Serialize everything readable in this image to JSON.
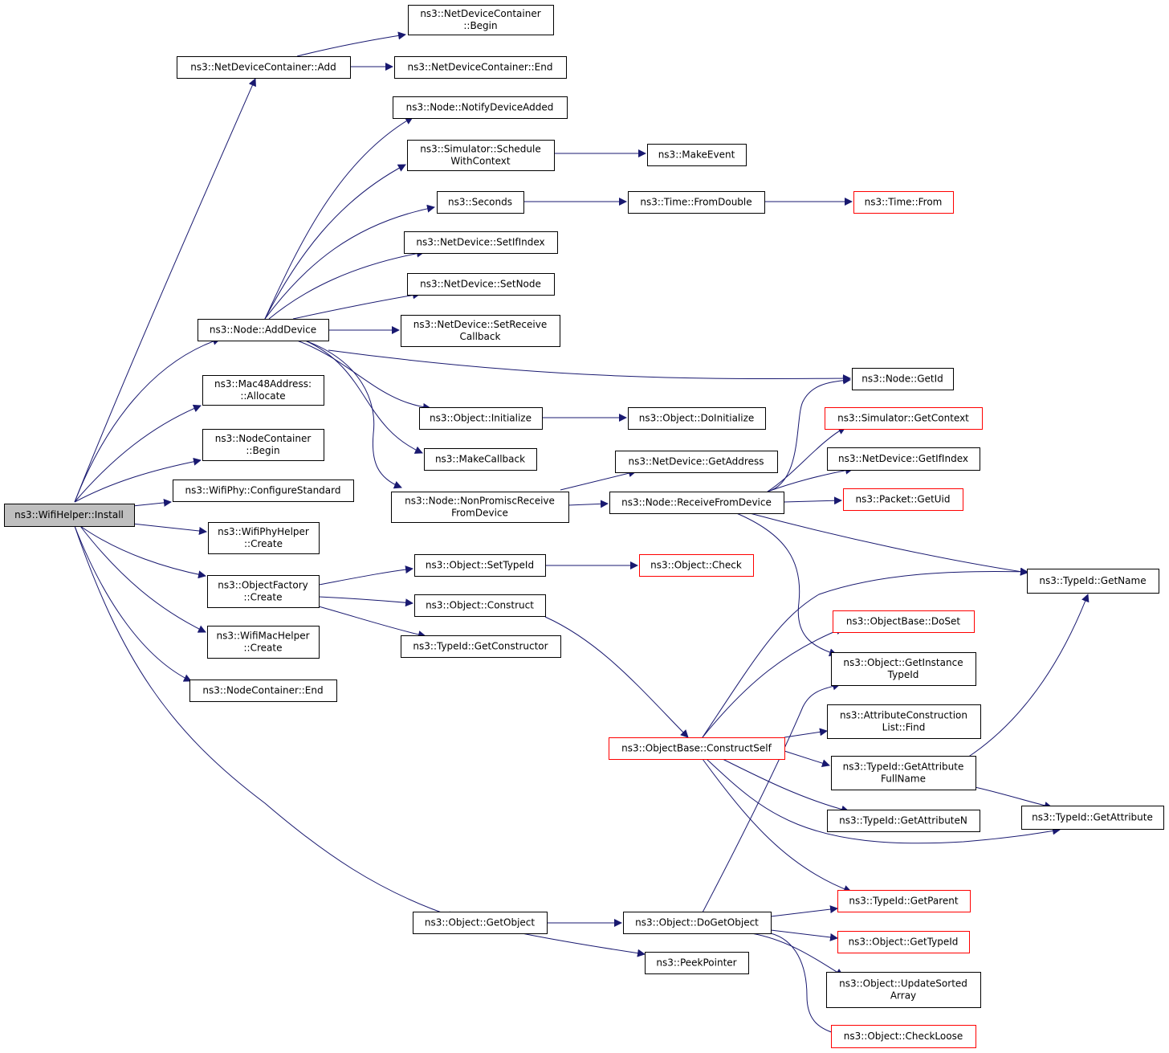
{
  "colors": {
    "edge": "#191970",
    "truncated_border": "#ff0000",
    "normal_border": "#000000",
    "root_fill": "#bfbfbf",
    "box_fill": "#ffffff"
  },
  "nodes": [
    {
      "id": "wifihelper_install",
      "lines": [
        "ns3::WifiHelper::Install"
      ],
      "root": true
    },
    {
      "id": "ndc_add",
      "lines": [
        "ns3::NetDeviceContainer::Add"
      ]
    },
    {
      "id": "ndc_begin",
      "lines": [
        "ns3::NetDeviceContainer",
        "::Begin"
      ]
    },
    {
      "id": "ndc_end",
      "lines": [
        "ns3::NetDeviceContainer::End"
      ]
    },
    {
      "id": "node_notify",
      "lines": [
        "ns3::Node::NotifyDeviceAdded"
      ]
    },
    {
      "id": "sim_schedule",
      "lines": [
        "ns3::Simulator::Schedule",
        "WithContext"
      ]
    },
    {
      "id": "make_event",
      "lines": [
        "ns3::MakeEvent"
      ]
    },
    {
      "id": "seconds",
      "lines": [
        "ns3::Seconds"
      ]
    },
    {
      "id": "time_fromdouble",
      "lines": [
        "ns3::Time::FromDouble"
      ]
    },
    {
      "id": "time_from",
      "lines": [
        "ns3::Time::From"
      ],
      "truncated": true
    },
    {
      "id": "nd_setifindex",
      "lines": [
        "ns3::NetDevice::SetIfIndex"
      ]
    },
    {
      "id": "nd_setnode",
      "lines": [
        "ns3::NetDevice::SetNode"
      ]
    },
    {
      "id": "nd_setreceive",
      "lines": [
        "ns3::NetDevice::SetReceive",
        "Callback"
      ]
    },
    {
      "id": "node_adddevice",
      "lines": [
        "ns3::Node::AddDevice"
      ]
    },
    {
      "id": "node_getid",
      "lines": [
        "ns3::Node::GetId"
      ]
    },
    {
      "id": "mac48_allocate",
      "lines": [
        "ns3::Mac48Address:",
        "::Allocate"
      ]
    },
    {
      "id": "obj_initialize",
      "lines": [
        "ns3::Object::Initialize"
      ]
    },
    {
      "id": "obj_doinitialize",
      "lines": [
        "ns3::Object::DoInitialize"
      ]
    },
    {
      "id": "sim_getcontext",
      "lines": [
        "ns3::Simulator::GetContext"
      ],
      "truncated": true
    },
    {
      "id": "nc_begin",
      "lines": [
        "ns3::NodeContainer",
        "::Begin"
      ]
    },
    {
      "id": "make_callback",
      "lines": [
        "ns3::MakeCallback"
      ]
    },
    {
      "id": "nd_getaddress",
      "lines": [
        "ns3::NetDevice::GetAddress"
      ]
    },
    {
      "id": "nd_getifindex",
      "lines": [
        "ns3::NetDevice::GetIfIndex"
      ]
    },
    {
      "id": "wifiphy_configure",
      "lines": [
        "ns3::WifiPhy::ConfigureStandard"
      ]
    },
    {
      "id": "node_nonpromisc",
      "lines": [
        "ns3::Node::NonPromiscReceive",
        "FromDevice"
      ]
    },
    {
      "id": "node_receivefrom",
      "lines": [
        "ns3::Node::ReceiveFromDevice"
      ]
    },
    {
      "id": "packet_getuid",
      "lines": [
        "ns3::Packet::GetUid"
      ],
      "truncated": true
    },
    {
      "id": "wifiphyhelper_create",
      "lines": [
        "ns3::WifiPhyHelper",
        "::Create"
      ]
    },
    {
      "id": "obj_settypeid",
      "lines": [
        "ns3::Object::SetTypeId"
      ]
    },
    {
      "id": "obj_check",
      "lines": [
        "ns3::Object::Check"
      ],
      "truncated": true
    },
    {
      "id": "typeid_getname",
      "lines": [
        "ns3::TypeId::GetName"
      ]
    },
    {
      "id": "objfactory_create",
      "lines": [
        "ns3::ObjectFactory",
        "::Create"
      ]
    },
    {
      "id": "obj_construct",
      "lines": [
        "ns3::Object::Construct"
      ]
    },
    {
      "id": "objbase_doset",
      "lines": [
        "ns3::ObjectBase::DoSet"
      ],
      "truncated": true
    },
    {
      "id": "wifimachelper_create",
      "lines": [
        "ns3::WifiMacHelper",
        "::Create"
      ]
    },
    {
      "id": "typeid_getconstructor",
      "lines": [
        "ns3::TypeId::GetConstructor"
      ]
    },
    {
      "id": "obj_getinstance",
      "lines": [
        "ns3::Object::GetInstance",
        "TypeId"
      ]
    },
    {
      "id": "nc_end",
      "lines": [
        "ns3::NodeContainer::End"
      ]
    },
    {
      "id": "attrcl_find",
      "lines": [
        "ns3::AttributeConstruction",
        "List::Find"
      ]
    },
    {
      "id": "objbase_constructself",
      "lines": [
        "ns3::ObjectBase::ConstructSelf"
      ],
      "truncated": true
    },
    {
      "id": "typeid_getattrfullname",
      "lines": [
        "ns3::TypeId::GetAttribute",
        "FullName"
      ]
    },
    {
      "id": "typeid_getattributen",
      "lines": [
        "ns3::TypeId::GetAttributeN"
      ]
    },
    {
      "id": "typeid_getattribute",
      "lines": [
        "ns3::TypeId::GetAttribute"
      ]
    },
    {
      "id": "typeid_getparent",
      "lines": [
        "ns3::TypeId::GetParent"
      ],
      "truncated": true
    },
    {
      "id": "obj_getobject",
      "lines": [
        "ns3::Object::GetObject"
      ]
    },
    {
      "id": "obj_dogetobject",
      "lines": [
        "ns3::Object::DoGetObject"
      ]
    },
    {
      "id": "obj_gettypeid",
      "lines": [
        "ns3::Object::GetTypeId"
      ],
      "truncated": true
    },
    {
      "id": "peek_pointer",
      "lines": [
        "ns3::PeekPointer"
      ]
    },
    {
      "id": "obj_updatesorted",
      "lines": [
        "ns3::Object::UpdateSorted",
        "Array"
      ]
    },
    {
      "id": "obj_checkloose",
      "lines": [
        "ns3::Object::CheckLoose"
      ],
      "truncated": true
    }
  ]
}
